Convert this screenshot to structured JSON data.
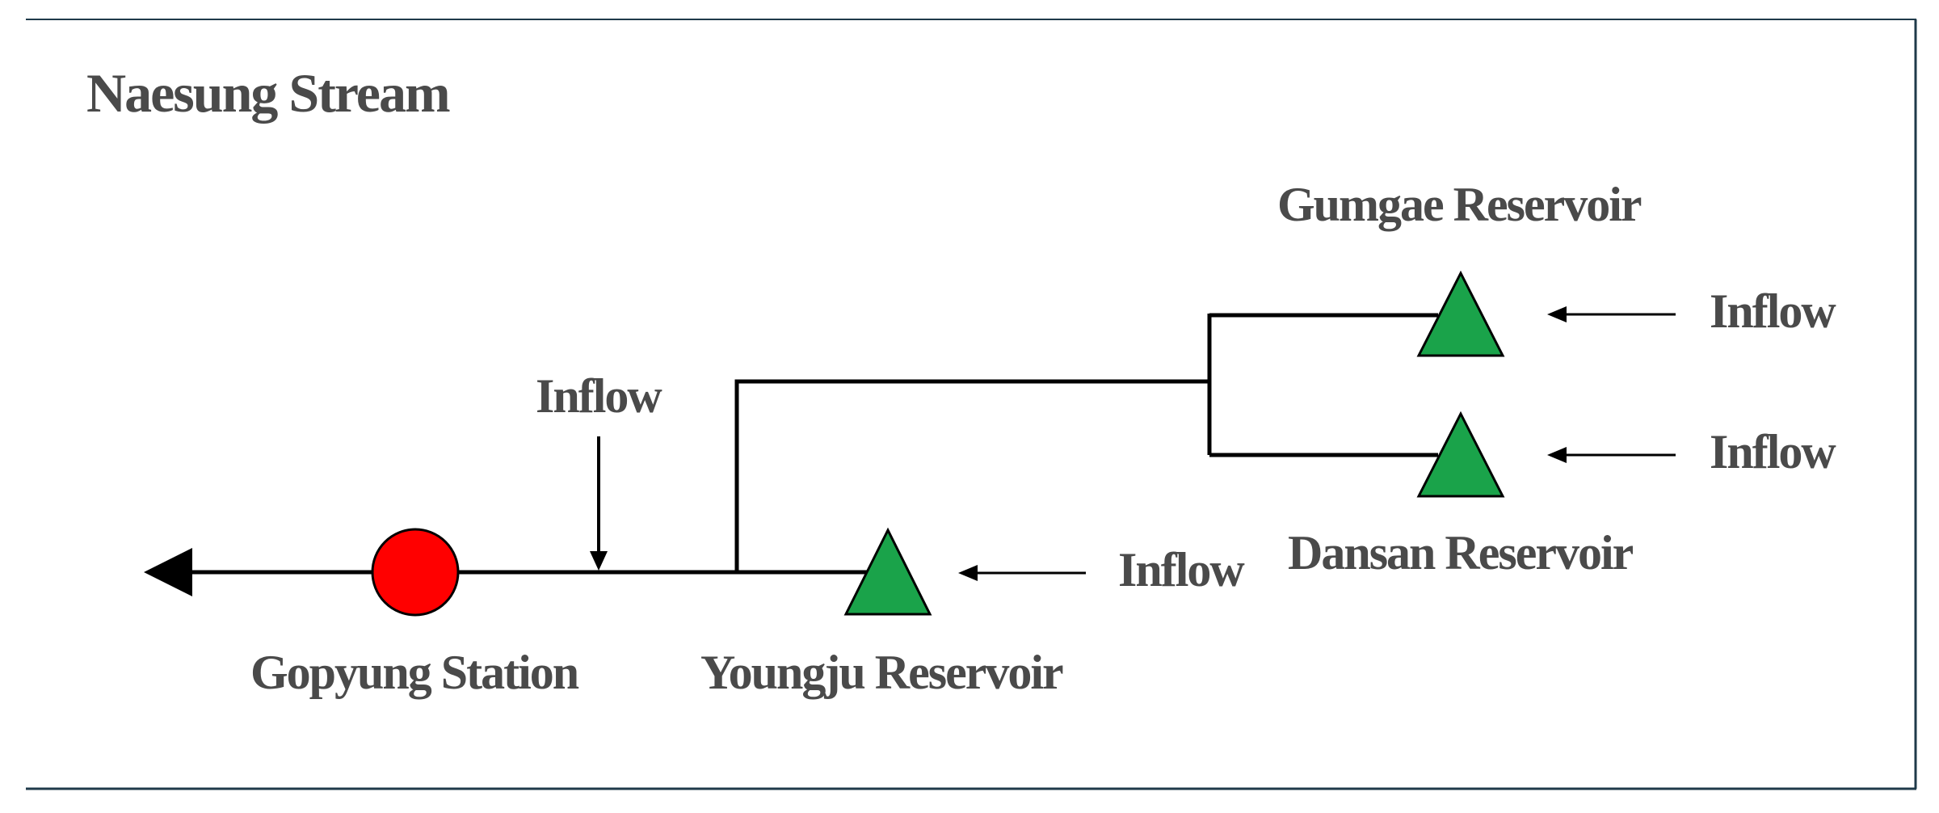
{
  "title": "Naesung Stream",
  "nodes": {
    "gopyung": {
      "label": "Gopyung Station",
      "kind": "gauging-station"
    },
    "youngju": {
      "label": "Youngju Reservoir",
      "kind": "reservoir"
    },
    "gumgae": {
      "label": "Gumgae Reservoir",
      "kind": "reservoir"
    },
    "dansan": {
      "label": "Dansan Reservoir",
      "kind": "reservoir"
    }
  },
  "inflows": {
    "main_stream": "Inflow",
    "youngju": "Inflow",
    "gumgae": "Inflow",
    "dansan": "Inflow"
  },
  "colors": {
    "station": "#ff0000",
    "reservoir": "#1aa34a",
    "line": "#000000",
    "text": "#4a4a4a",
    "frame": "#1f3a4a"
  }
}
